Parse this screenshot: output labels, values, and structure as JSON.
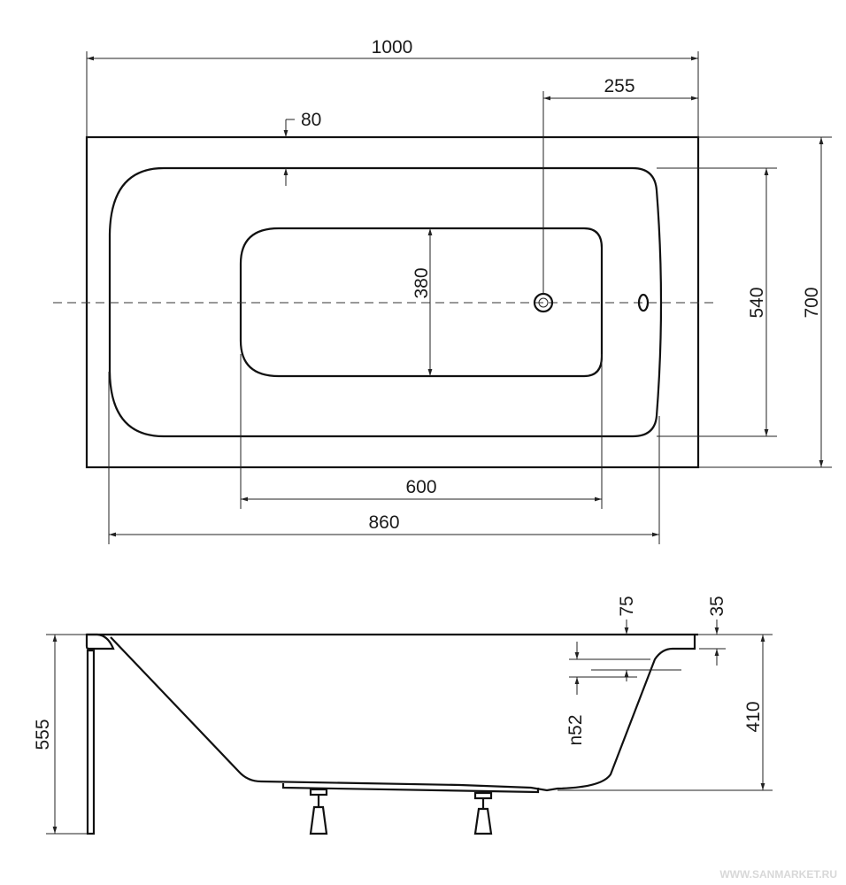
{
  "top_view": {
    "length": "1000",
    "drain_offset": "255",
    "rim_width": "80",
    "floor_width": "380",
    "inner_width": "540",
    "outer_width": "700",
    "floor_length": "600",
    "inner_length": "860"
  },
  "side_view": {
    "total_height": "555",
    "depth": "410",
    "overflow_offset": "75",
    "rim_thickness": "35",
    "overflow_diameter": "n52"
  },
  "watermark": "WWW.SANMARKET.RU"
}
